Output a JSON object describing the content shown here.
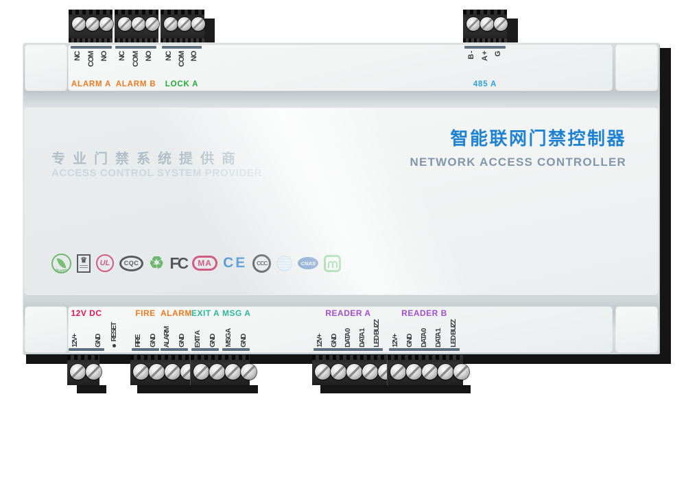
{
  "product": {
    "title_cn": "智能联网门禁控制器",
    "title_en": "NETWORK ACCESS CONTROLLER",
    "slogan_cn": "专业门禁系统提供商",
    "slogan_en": "ACCESS CONTROL SYSTEM PROVIDER"
  },
  "colors": {
    "alarm_orange": "#ed7a1f",
    "lock_green": "#22ac38",
    "rs485_blue": "#2e9fe0",
    "power_red": "#e8144b",
    "exit_msg_teal": "#2fb79b",
    "reader_purple": "#a14ec9",
    "title_blue": "#1e82d4",
    "pin_text_gray": "#3b3c3e",
    "pin_bar_slate": "#5d7181"
  },
  "top_terminals": {
    "alarm_a": {
      "label": "ALARM A",
      "pins": [
        "NC",
        "COM",
        "NO"
      ]
    },
    "alarm_b": {
      "label": "ALARM B",
      "pins": [
        "NC",
        "COM",
        "NO"
      ]
    },
    "lock_a": {
      "label": "LOCK A",
      "pins": [
        "NC",
        "COM",
        "NO"
      ]
    },
    "rs485_a": {
      "label": "485 A",
      "pins": [
        "B -",
        "A +",
        "G"
      ]
    }
  },
  "bottom_terminals": {
    "power": {
      "label": "12V DC",
      "pins": [
        "12V+",
        "GND"
      ]
    },
    "reset": {
      "pin": "RESET"
    },
    "fire": {
      "label": "FIRE",
      "pins": [
        "FIRE",
        "GND"
      ]
    },
    "alarm": {
      "label": "ALARM",
      "pins": [
        "ALARM",
        "GND"
      ]
    },
    "exit_a": {
      "label": "EXIT A",
      "pins": [
        "EXIT A",
        "GND"
      ]
    },
    "msg_a": {
      "label": "MSG A",
      "pins": [
        "MSG A",
        "GND"
      ]
    },
    "reader_a": {
      "label": "READER A",
      "pins": [
        "12V+",
        "GND",
        "DATA 0",
        "DATA 1",
        "LED BUZZ"
      ]
    },
    "reader_b": {
      "label": "READER B",
      "pins": [
        "12V+",
        "GND",
        "DATA 0",
        "DATA 1",
        "LED BUZZ"
      ]
    }
  },
  "certifications": [
    {
      "id": "rohs",
      "text": "RoHS"
    },
    {
      "id": "ukas-crown",
      "glyph": "♛"
    },
    {
      "id": "ul",
      "text": "UL"
    },
    {
      "id": "cqc",
      "text": "CQC"
    },
    {
      "id": "recycle",
      "glyph": "♻"
    },
    {
      "id": "fcc",
      "text": "FC"
    },
    {
      "id": "cma",
      "text": "MA"
    },
    {
      "id": "ce",
      "text": "CE"
    },
    {
      "id": "ccc",
      "text": "CCC"
    },
    {
      "id": "iso-globe"
    },
    {
      "id": "cnas",
      "text": "CNAS"
    },
    {
      "id": "energy-saving"
    }
  ]
}
